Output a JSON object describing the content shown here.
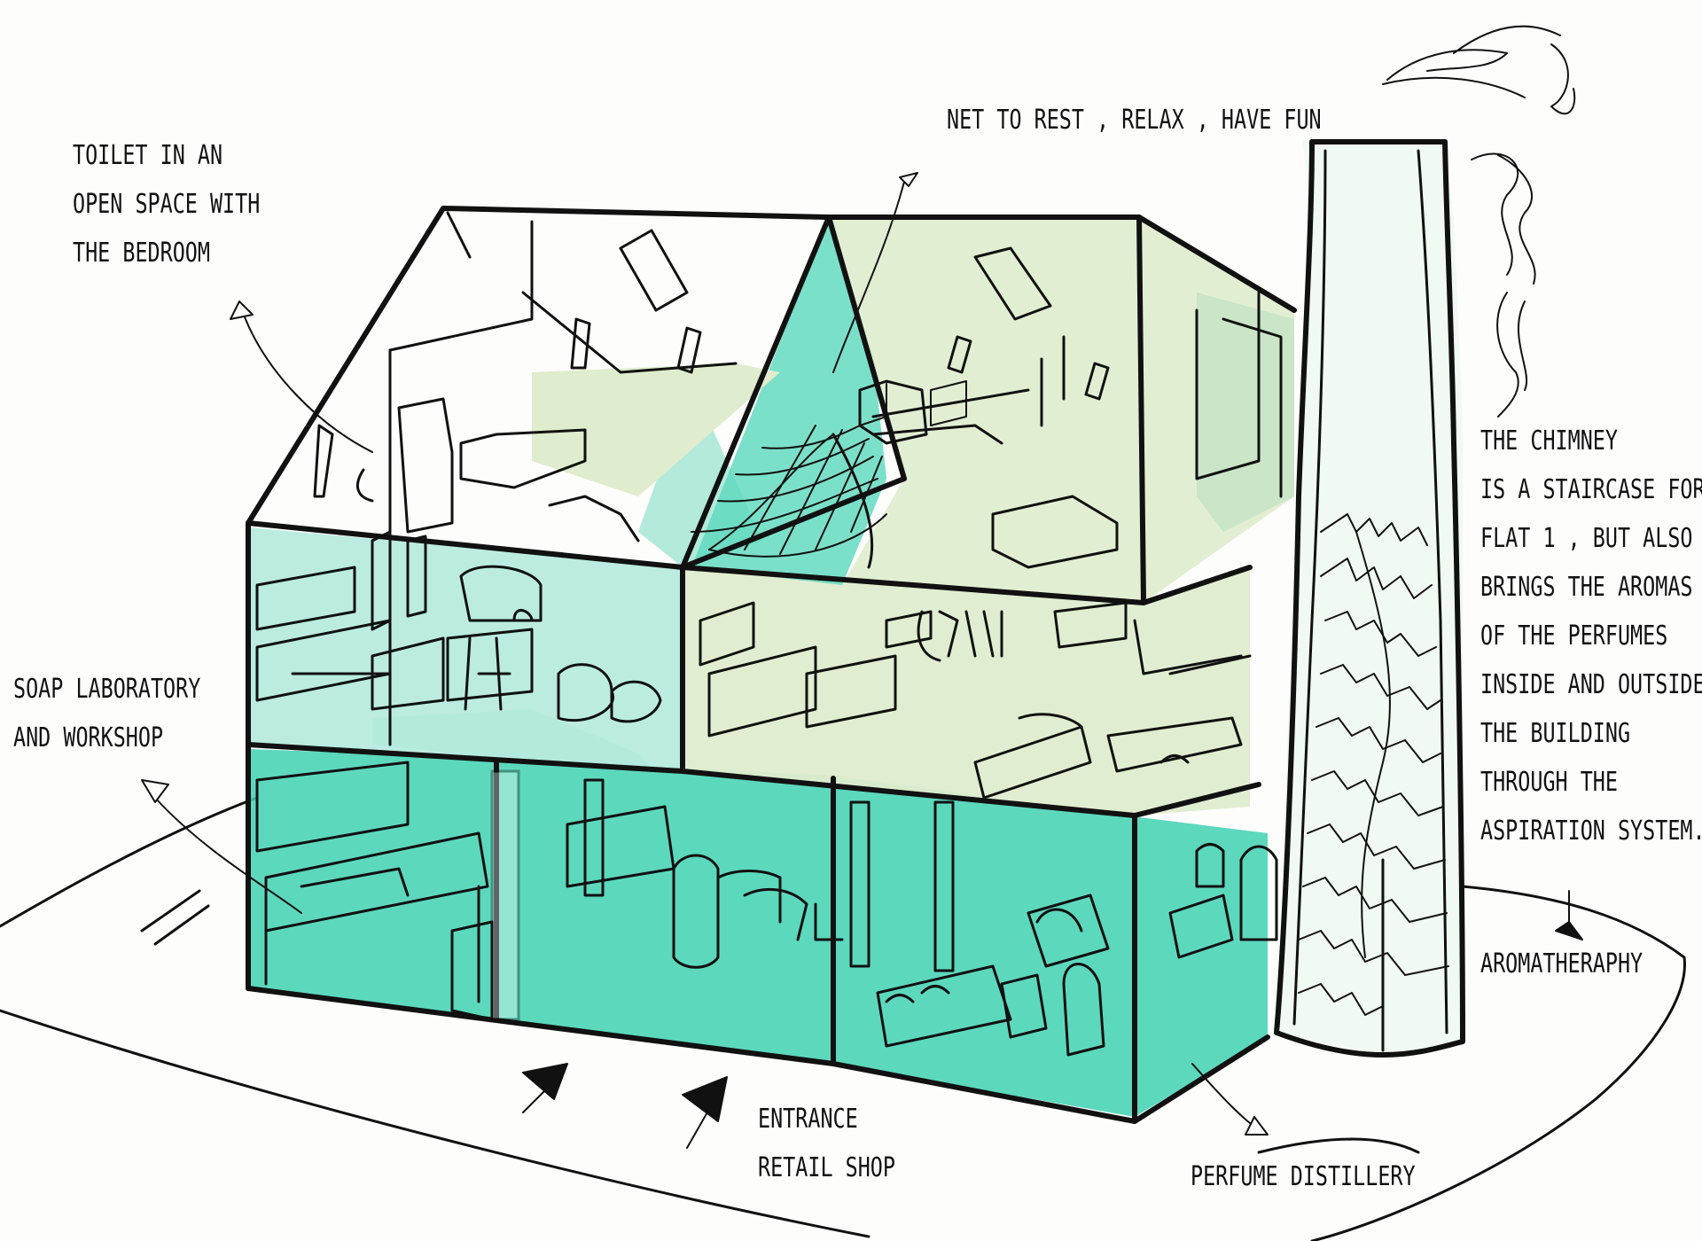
{
  "colors": {
    "ink": "#111111",
    "teal": "#3fd1b2",
    "mint": "#b4eadb",
    "pale_green": "#dfeccd",
    "paper": "#fdfdfb"
  },
  "labels": {
    "toilet": [
      "TOILET IN AN",
      "OPEN SPACE WITH",
      "THE BEDROOM"
    ],
    "net": [
      "NET TO REST , RELAX , HAVE FUN"
    ],
    "chimney": [
      "THE CHIMNEY",
      "IS A STAIRCASE FOR",
      "FLAT 1 , BUT ALSO",
      "BRINGS THE  AROMAS",
      "OF THE PERFUMES",
      "INSIDE AND OUTSIDE",
      "THE BUILDING",
      "THROUGH THE",
      "ASPIRATION SYSTEM."
    ],
    "soap": [
      "SOAP LABORATORY",
      "AND WORKSHOP"
    ],
    "aroma": [
      "AROMATHERAPHY"
    ],
    "entrance": [
      "ENTRANCE",
      "RETAIL SHOP"
    ],
    "perfume": [
      "PERFUME DISTILLERY"
    ]
  }
}
